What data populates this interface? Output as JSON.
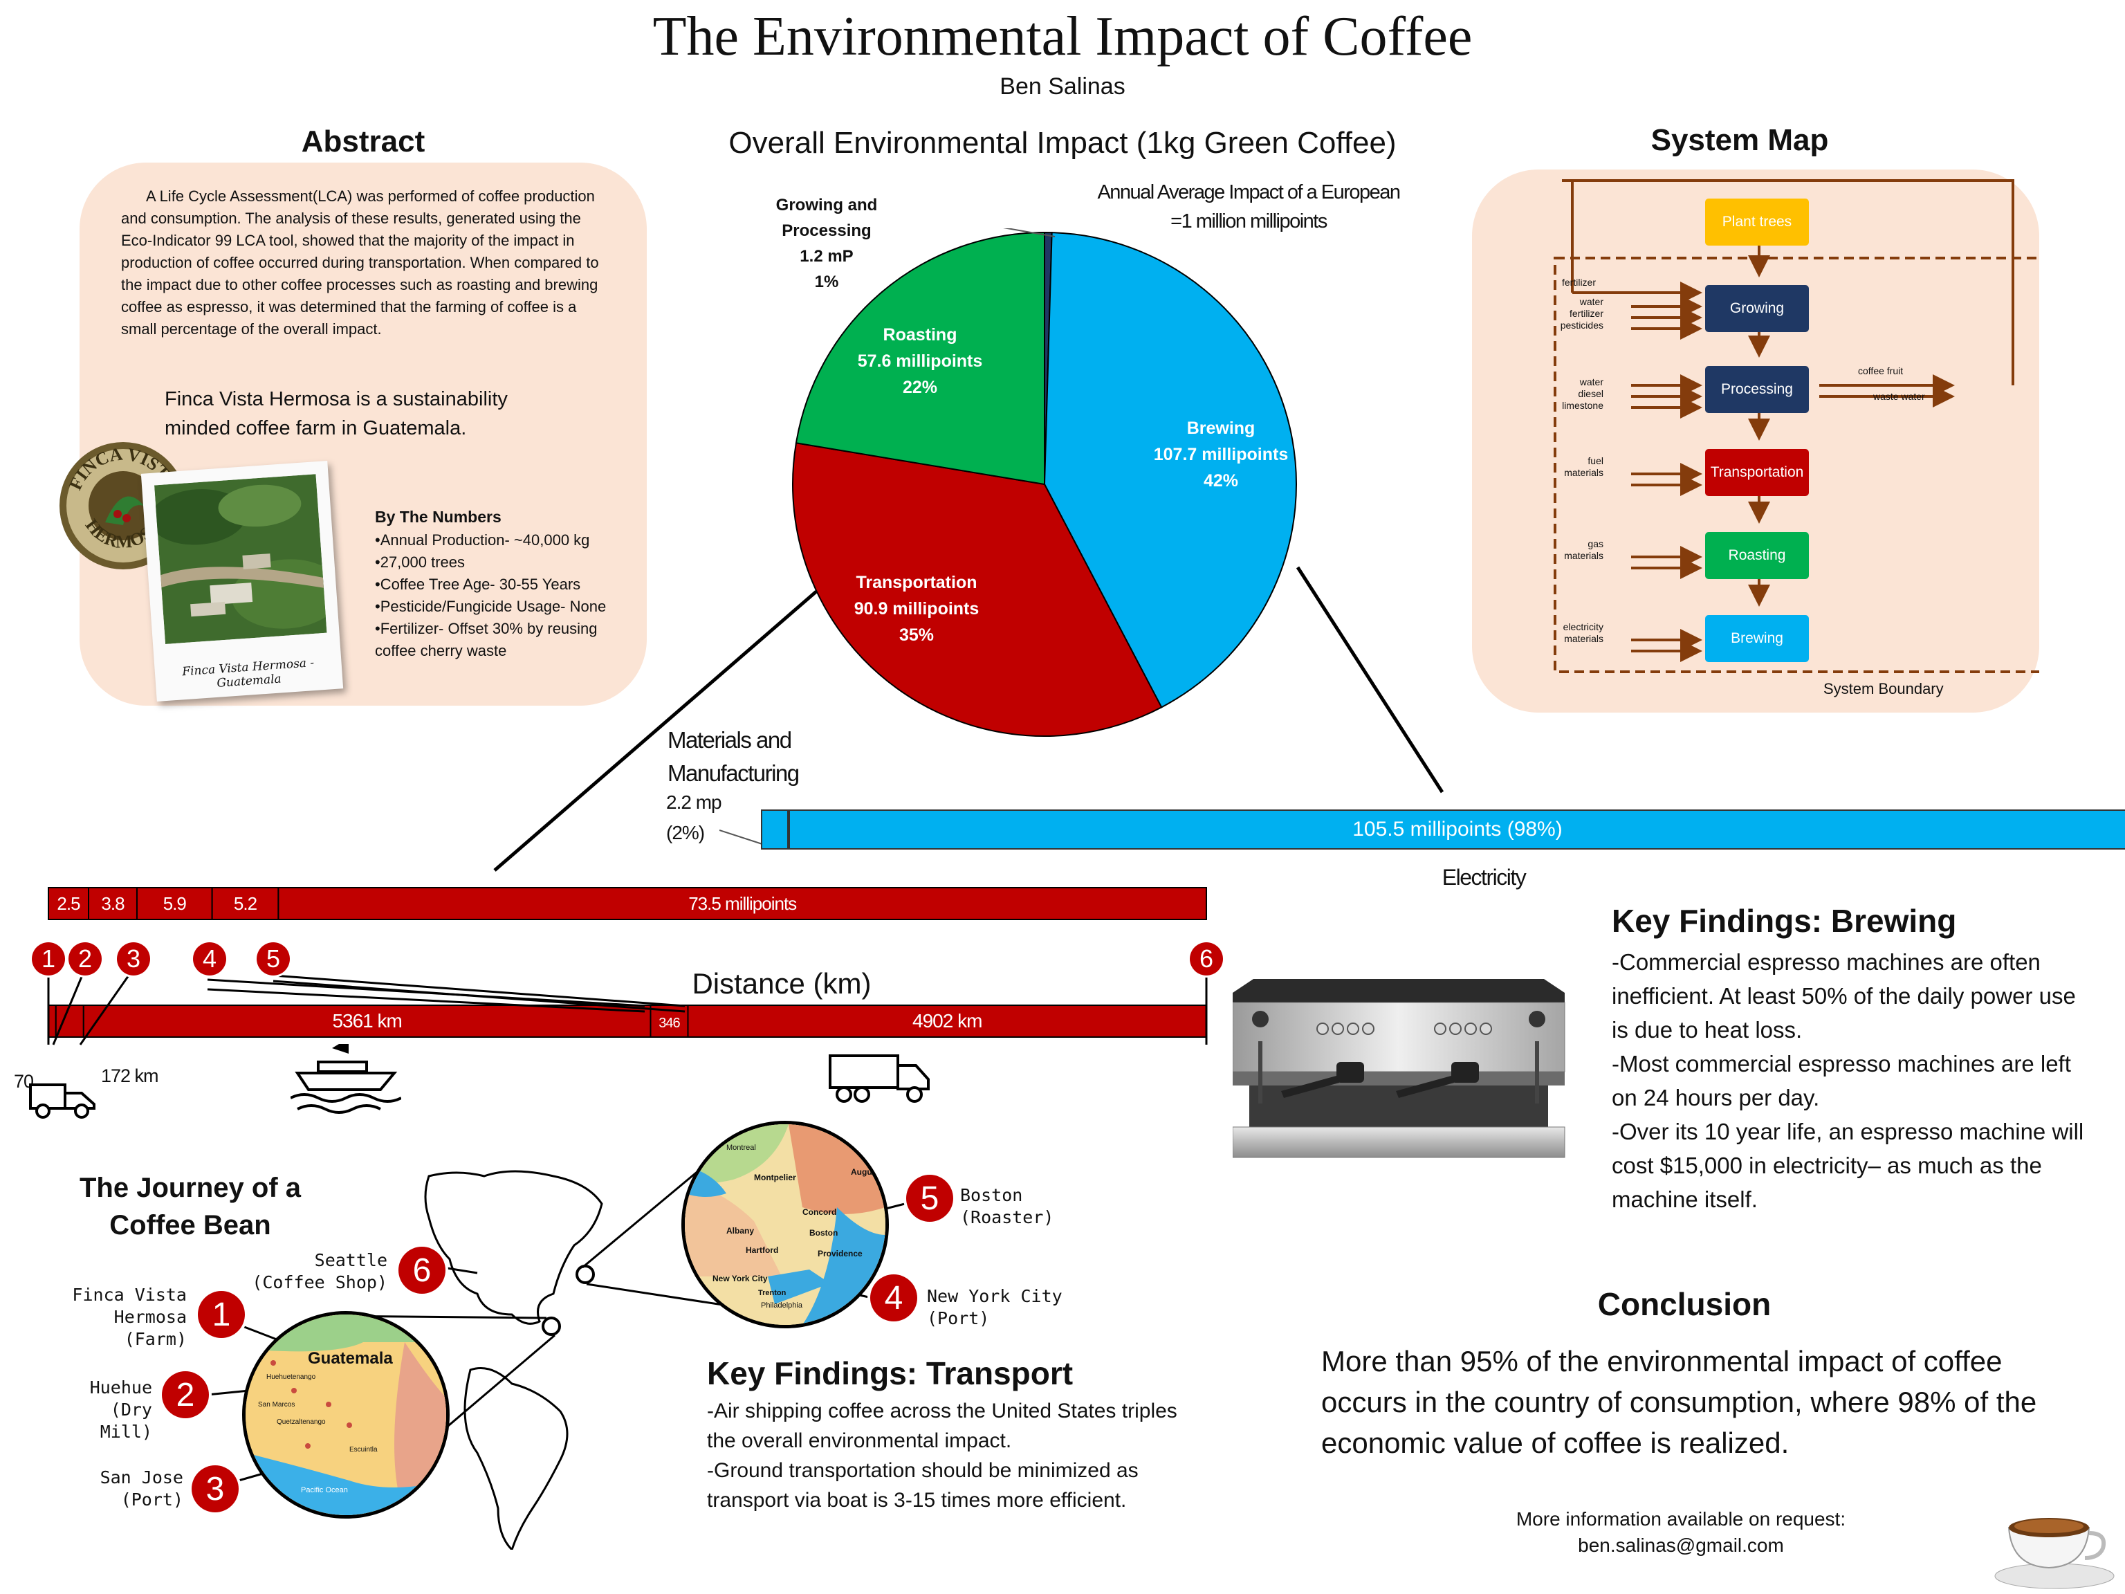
{
  "title": "The Environmental Impact of Coffee",
  "author": "Ben Salinas",
  "abstract": {
    "heading": "Abstract",
    "paragraph": "A Life Cycle Assessment(LCA) was performed of coffee production and consumption.  The analysis of these results, generated using the Eco-Indicator 99 LCA tool, showed that the majority of the impact in production of coffee occurred during transportation. When compared to the impact due to other coffee processes such as roasting and brewing coffee as espresso, it was determined that the farming of coffee is a small percentage of the overall impact.",
    "farm_intro": "Finca Vista Hermosa is a sustainability minded coffee farm in Guatemala.",
    "logo_text": "FINCA VISTA HERMOSA",
    "photo_caption": "Finca Vista Hermosa - Guatemala",
    "numbers_heading": "By The Numbers",
    "numbers": [
      "•Annual Production- ~40,000 kg",
      "•27,000 trees",
      "•Coffee Tree Age- 30-55 Years",
      "•Pesticide/Fungicide Usage- None",
      "•Fertilizer- Offset 30% by reusing coffee cherry waste"
    ]
  },
  "chart_data": [
    {
      "type": "pie",
      "title": "Overall Environmental Impact (1kg Green Coffee)",
      "annotation": [
        "Annual Average Impact of a European",
        "=1 million millipoints"
      ],
      "units": "millipoints",
      "slices": [
        {
          "label": "Growing and Processing",
          "value": 1.2,
          "value_text": "1.2 mP",
          "percent": "1%",
          "color": "#1f3864"
        },
        {
          "label": "Brewing",
          "value": 107.7,
          "value_text": "107.7 millipoints",
          "percent": "42%",
          "color": "#00b0f0"
        },
        {
          "label": "Transportation",
          "value": 90.9,
          "value_text": "90.9 millipoints",
          "percent": "35%",
          "color": "#c00000"
        },
        {
          "label": "Roasting",
          "value": 57.6,
          "value_text": "57.6 millipoints",
          "percent": "22%",
          "color": "#00b050"
        }
      ]
    },
    {
      "type": "bar",
      "orientation": "horizontal-stacked",
      "segments": [
        {
          "label": "Materials and Manufacturing",
          "value": 2.2,
          "value_text": "2.2 mp",
          "percent": "(2%)"
        },
        {
          "label": "Electricity",
          "value": 105.5,
          "value_text": "105.5 millipoints (98%)",
          "percent": "98%"
        }
      ]
    },
    {
      "type": "bar",
      "orientation": "horizontal-stacked",
      "name": "transport impact",
      "values": [
        2.5,
        3.8,
        5.9,
        5.2,
        73.5
      ],
      "value_labels": [
        "2.5",
        "3.8",
        "5.9",
        "5.2",
        "73.5 millipoints"
      ],
      "stops": [
        "1",
        "2",
        "3",
        "4",
        "5",
        "6"
      ]
    },
    {
      "type": "bar",
      "orientation": "horizontal-stacked",
      "xlabel": "Distance (km)",
      "values": [
        70,
        172,
        5361,
        346,
        4902
      ],
      "value_labels": [
        "70",
        "172 km",
        "5361 km",
        "346",
        "4902 km"
      ]
    }
  ],
  "system_map": {
    "heading": "System Map",
    "boundary_label": "System Boundary",
    "stages": [
      {
        "label": "Plant trees",
        "color": "#ffc000"
      },
      {
        "label": "Growing",
        "color": "#1f3864",
        "inputs": [
          "water",
          "fertilizer",
          "pesticides"
        ]
      },
      {
        "label": "Processing",
        "color": "#1f3864",
        "inputs": [
          "water",
          "diesel",
          "limestone"
        ],
        "outputs": [
          "coffee fruit",
          "waste water"
        ]
      },
      {
        "label": "Transportation",
        "color": "#c00000",
        "inputs": [
          "fuel",
          "materials"
        ]
      },
      {
        "label": "Roasting",
        "color": "#00b050",
        "inputs": [
          "gas",
          "materials"
        ]
      },
      {
        "label": "Brewing",
        "color": "#00b0f0",
        "inputs": [
          "electricity",
          "materials"
        ]
      }
    ],
    "feedback_label": "fertilizer"
  },
  "brewing_findings": {
    "heading": "Key Findings:  Brewing",
    "lines": [
      "-Commercial espresso machines are often inefficient.  At least 50% of the daily power use is due to heat loss.",
      "-Most commercial espresso machines are left on 24 hours per day.",
      "-Over its 10 year life, an espresso machine will cost $15,000 in electricity– as much as the machine itself."
    ]
  },
  "journey": {
    "heading": "The Journey of a Coffee Bean",
    "stops": [
      {
        "num": "1",
        "name": "Finca Vista Hermosa",
        "role": "(Farm)"
      },
      {
        "num": "2",
        "name": "Huehue",
        "role": "(Dry Mill)"
      },
      {
        "num": "3",
        "name": "San Jose",
        "role": "(Port)"
      },
      {
        "num": "4",
        "name": "New York City",
        "role": "(Port)"
      },
      {
        "num": "5",
        "name": "Boston",
        "role": "(Roaster)"
      },
      {
        "num": "6",
        "name": "Seattle",
        "role": "(Coffee Shop)"
      }
    ],
    "guatemala_map_labels": [
      "Guatemala",
      "Huehuetenango",
      "San Marcos",
      "Quetzaltenango",
      "Escuintla",
      "Pacific Ocean"
    ],
    "northeast_map_labels": [
      "Montreal",
      "Montpelier",
      "Augusta",
      "Concord",
      "Boston",
      "Albany",
      "Hartford",
      "Providence",
      "New York City",
      "Trenton",
      "Philadelphia"
    ]
  },
  "transport_findings": {
    "heading": "Key Findings:  Transport",
    "lines": [
      "-Air shipping coffee across the United States triples the overall environmental impact.",
      "-Ground transportation should be minimized as transport via boat is 3-15 times more efficient."
    ]
  },
  "conclusion": {
    "heading": "Conclusion",
    "text": "More than 95% of the environmental impact of coffee occurs in the country of consumption, where 98% of the economic value of coffee is realized."
  },
  "contact": {
    "line1": "More information available on request:",
    "line2": "ben.salinas@gmail.com"
  }
}
